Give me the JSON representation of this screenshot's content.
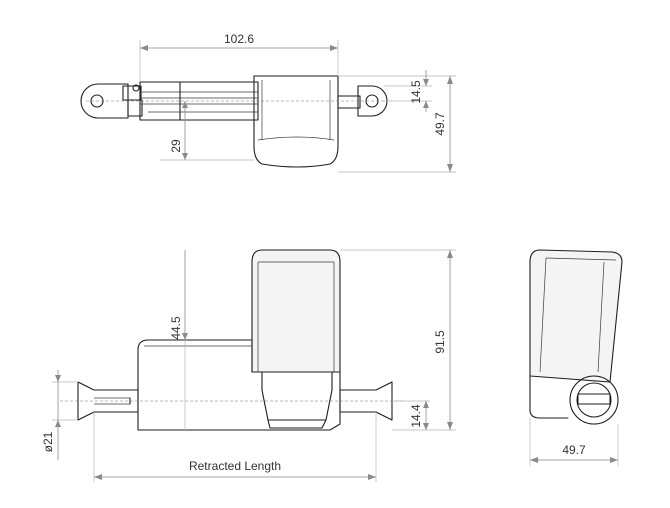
{
  "drawing": {
    "top_view": {
      "overall_length": "102.6",
      "rod_offset": "14.5",
      "overall_height": "49.7",
      "rod_to_body": "29"
    },
    "side_view": {
      "motor_height": "44.5",
      "overall_height": "91.5",
      "rod_offset": "14.4",
      "rod_diameter": "ø21",
      "retracted_length_label": "Retracted Length"
    },
    "end_view": {
      "width": "49.7"
    }
  }
}
